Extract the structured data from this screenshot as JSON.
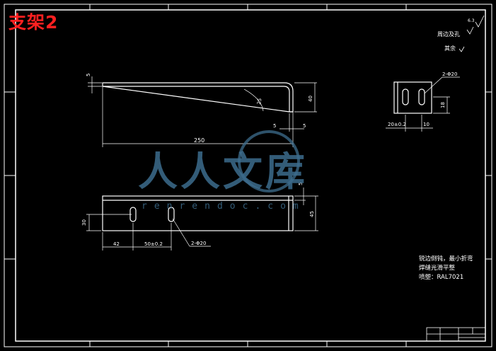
{
  "drawing_title": "支架2",
  "watermark": {
    "text": "人人文库",
    "url": "renrendoc.com"
  },
  "front_view": {
    "dim_thickness": "5",
    "dim_height": "40",
    "dim_angle": "25",
    "dim_small_left": "5",
    "dim_small_right": "5",
    "dim_length": "250"
  },
  "side_view": {
    "dim_holes": "2-Φ20",
    "dim_spacing": "20±0.2",
    "dim_width": "10",
    "dim_height": "18"
  },
  "top_view": {
    "dim_thickness": "5",
    "dim_height": "45",
    "dim_hole_y": "30",
    "dim_first": "42",
    "dim_pitch": "50±0.2",
    "dim_holes": "2-Φ20"
  },
  "roughness": {
    "value": "6.3",
    "line1": "周边及孔",
    "line2": "其余"
  },
  "notes": {
    "line1": "锐边倒钝，最小折弯",
    "line2": "焊缝光滑平整",
    "line3": "喷塑：RAL7021"
  },
  "colors": {
    "background": "#000000",
    "lines": "#ffffff",
    "title": "#ff2020",
    "watermark": "#3d6d8e"
  }
}
